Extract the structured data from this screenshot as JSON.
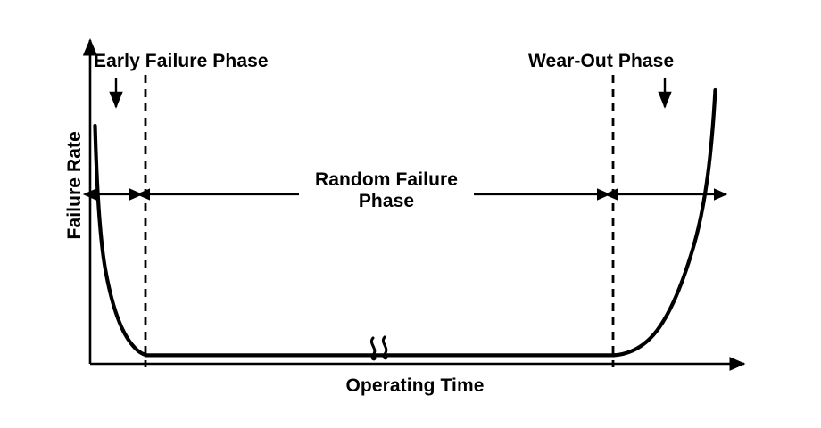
{
  "figure": {
    "type": "bathtub-curve",
    "background_color": "#ffffff",
    "stroke_color": "#000000",
    "axes": {
      "y_label": "Failure Rate",
      "x_label": "Operating Time"
    },
    "annotations": {
      "early_failure_phase": "Early Failure Phase",
      "wear_out_phase": "Wear-Out Phase",
      "random_failure_phase_line1": "Random Failure",
      "random_failure_phase_line2": "Phase"
    }
  },
  "chart_data": {
    "type": "line",
    "title": "",
    "xlabel": "Operating Time",
    "ylabel": "Failure Rate",
    "grid": false,
    "legend": null,
    "xlim": [
      0,
      1
    ],
    "ylim": [
      0,
      1
    ],
    "axis_ticks": {
      "x": [],
      "y": []
    },
    "series": [
      {
        "name": "Failure rate (bathtub curve)",
        "description": "Decreasing early-failure region, constant random-failure region, increasing wear-out region",
        "x": [
          0.0,
          0.006,
          0.012,
          0.02,
          0.03,
          0.042,
          0.056,
          0.072,
          0.086,
          0.5,
          0.795,
          0.82,
          0.845,
          0.87,
          0.9,
          0.93,
          0.955,
          0.975,
          0.99
        ],
        "y": [
          0.88,
          0.66,
          0.5,
          0.36,
          0.25,
          0.17,
          0.11,
          0.06,
          0.03,
          0.03,
          0.03,
          0.055,
          0.1,
          0.17,
          0.3,
          0.47,
          0.64,
          0.78,
          0.89
        ]
      }
    ],
    "phase_boundaries": [
      {
        "name": "Early Failure Phase",
        "x": 0.086,
        "style": "dashed"
      },
      {
        "name": "Wear-Out Phase",
        "x": 0.795,
        "style": "dashed"
      }
    ],
    "phase_spans": [
      {
        "label": "Early Failure Phase",
        "x_start": 0.0,
        "x_end": 0.086
      },
      {
        "label": "Random Failure Phase",
        "x_start": 0.086,
        "x_end": 0.795
      },
      {
        "label": "Wear-Out Phase",
        "x_start": 0.795,
        "x_end": 0.975
      }
    ],
    "axis_break": {
      "present": true,
      "x": 0.43,
      "symbol": "double-squiggle"
    },
    "notes": "Schematic bathtub reliability curve; axes are unlabeled/qualitative with arrowheads."
  }
}
